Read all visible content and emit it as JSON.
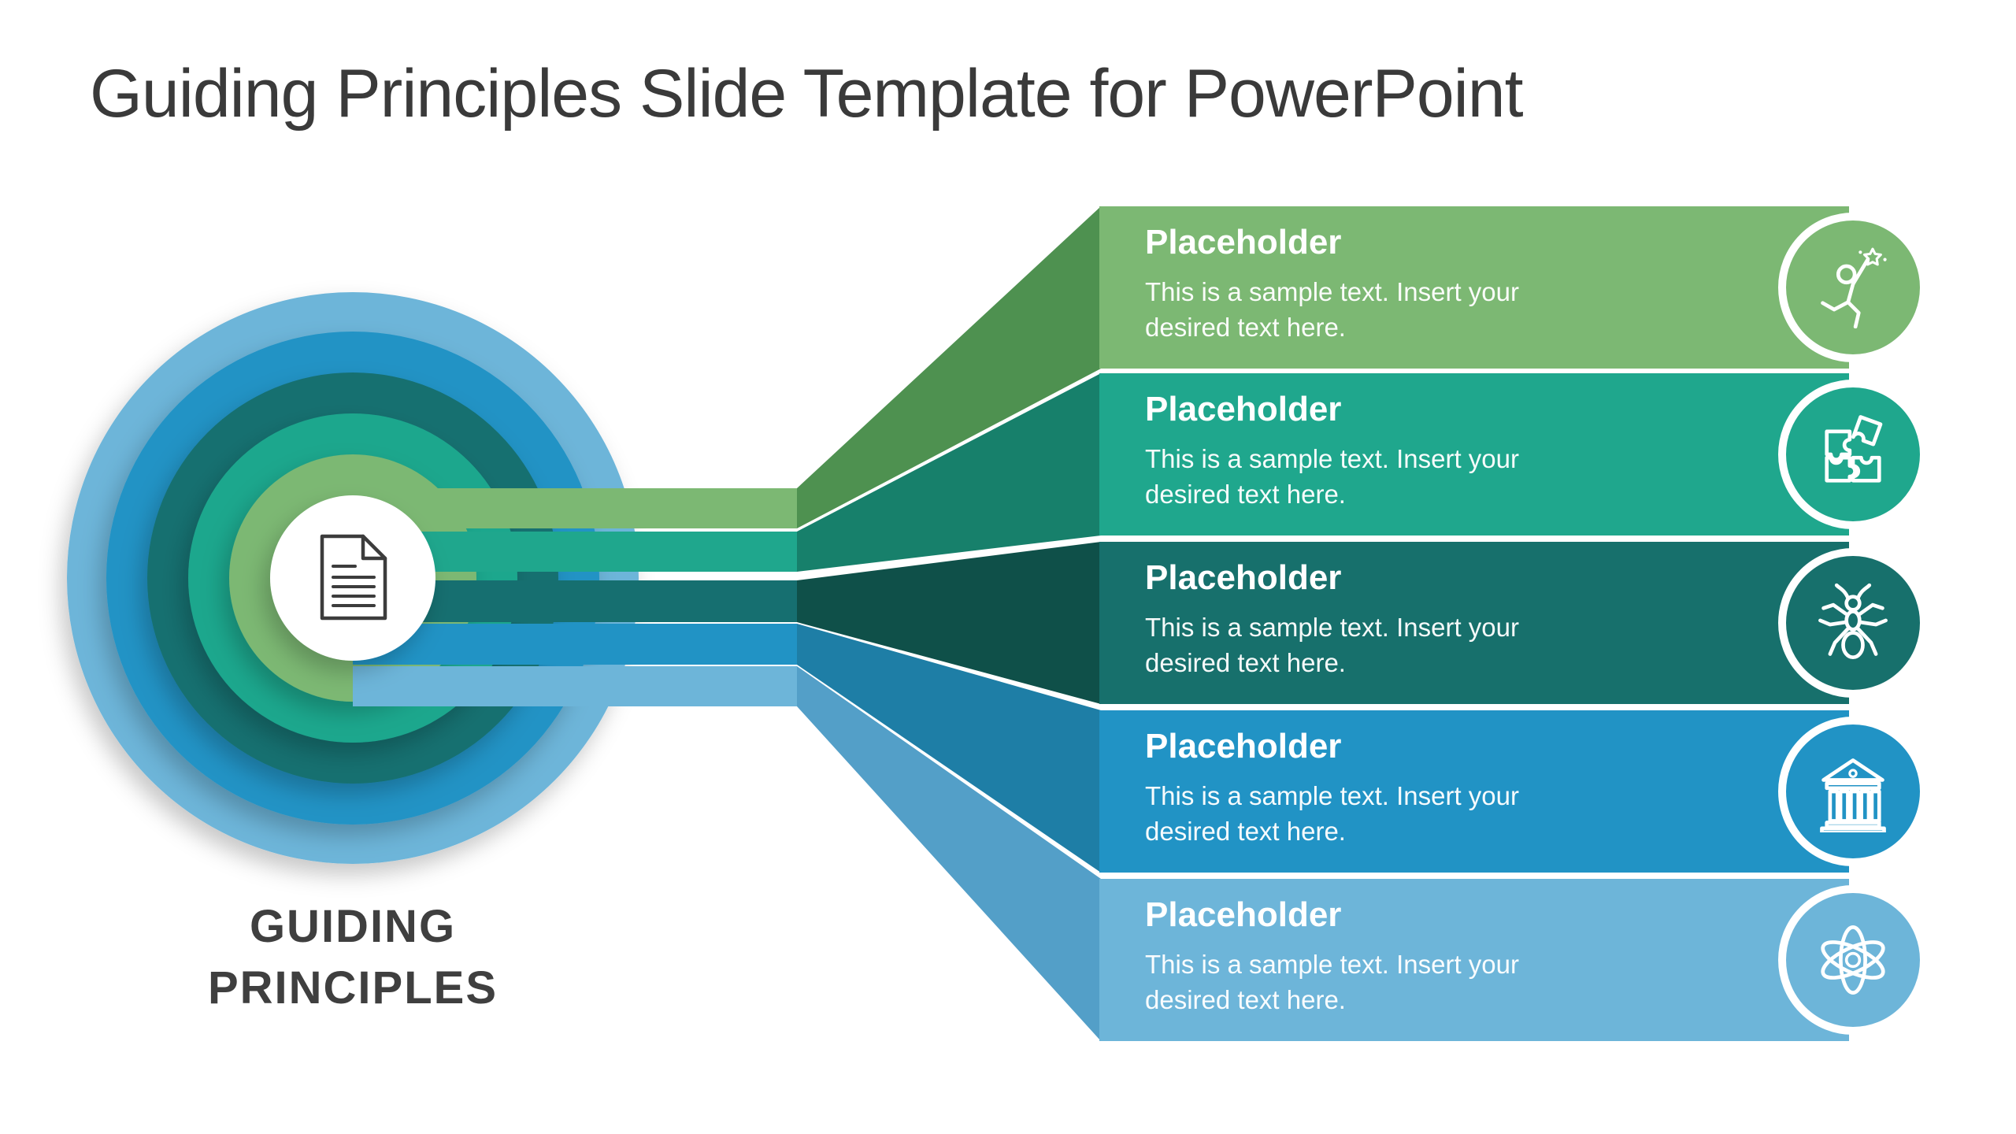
{
  "slide": {
    "title": "Guiding Principles Slide Template for PowerPoint",
    "core_label": "GUIDING PRINCIPLES",
    "center_icon": "document-icon"
  },
  "palette": {
    "background": "#FFFFFF",
    "title_text": "#3A3A3A",
    "core_label_text": "#3F3F3F",
    "ring_light_blue": "#6DB5D9",
    "ring_blue": "#2193C5",
    "ring_dark_teal": "#166F70",
    "ring_teal": "#1FA78D",
    "ring_green": "#7CB873",
    "core_circle": "#FFFFFF",
    "doc_icon_stroke": "#3C3C3C",
    "band_text": "#FFFFFF"
  },
  "principles": [
    {
      "title": "Placeholder",
      "body": "This is a sample text. Insert your desired text here.",
      "icon": "person-reaching-star-icon",
      "band_color": "#7CB873",
      "connector_color": "#4E9150"
    },
    {
      "title": "Placeholder",
      "body": "This is a sample text. Insert your desired text here.",
      "icon": "puzzle-icon",
      "band_color": "#1FA78D",
      "connector_color": "#17806B"
    },
    {
      "title": "Placeholder",
      "body": "This is a sample text. Insert your desired text here.",
      "icon": "ant-icon",
      "band_color": "#17706C",
      "connector_color": "#0F5049"
    },
    {
      "title": "Placeholder",
      "body": "This is a sample text. Insert your desired text here.",
      "icon": "bank-icon",
      "band_color": "#2193C5",
      "connector_color": "#1E7EA6"
    },
    {
      "title": "Placeholder",
      "body": "This is a sample text. Insert your desired text here.",
      "icon": "atom-icon",
      "band_color": "#6DB5D9",
      "connector_color": "#539FC8"
    }
  ]
}
